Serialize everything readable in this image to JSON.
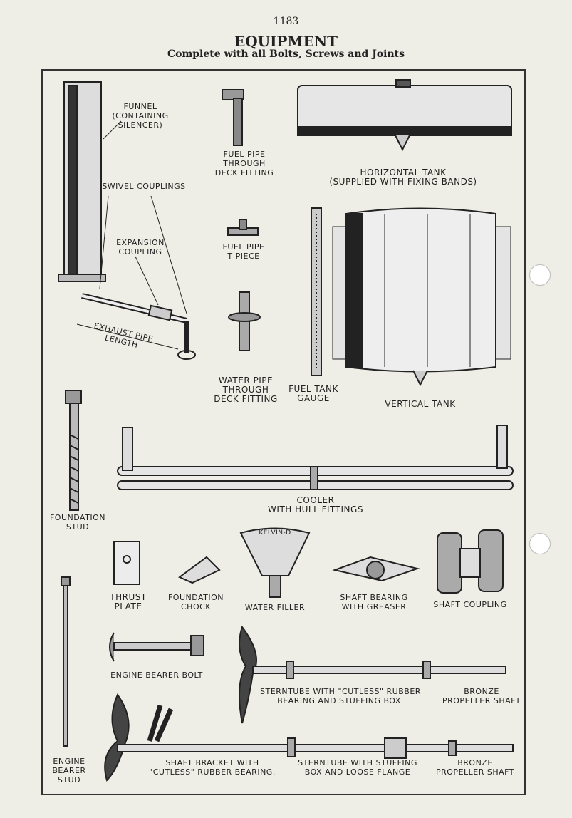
{
  "page_number": "1183",
  "title": "EQUIPMENT",
  "subtitle": "Complete with all Bolts, Screws and Joints",
  "labels": {
    "funnel": [
      "FUNNEL",
      "(CONTAINING",
      "SILENCER)"
    ],
    "fuel_pipe_deck": [
      "FUEL PIPE",
      "THROUGH",
      "DECK FITTING"
    ],
    "horizontal_tank": [
      "HORIZONTAL TANK",
      "(SUPPLIED WITH FIXING BANDS)"
    ],
    "swivel_couplings": "SWIVEL COUPLINGS",
    "expansion_coupling": [
      "EXPANSION",
      "COUPLING"
    ],
    "fuel_pipe_t": [
      "FUEL PIPE",
      "T PIECE"
    ],
    "exhaust_pipe": [
      "EXHAUST PIPE",
      "LENGTH"
    ],
    "water_pipe_deck": [
      "WATER PIPE",
      "THROUGH",
      "DECK FITTING"
    ],
    "fuel_tank_gauge": [
      "FUEL TANK",
      "GAUGE"
    ],
    "vertical_tank": "VERTICAL TANK",
    "cooler": [
      "COOLER",
      "WITH HULL FITTINGS"
    ],
    "foundation_stud": [
      "FOUNDATION",
      "STUD"
    ],
    "thrust_plate": [
      "THRUST",
      "PLATE"
    ],
    "foundation_chock": [
      "FOUNDATION",
      "CHOCK"
    ],
    "water_filler": "WATER FILLER",
    "water_filler_brand": "KELVIN-D",
    "shaft_bearing": [
      "SHAFT BEARING",
      "WITH GREASER"
    ],
    "shaft_coupling": "SHAFT COUPLING",
    "engine_bearer_bolt": "ENGINE BEARER BOLT",
    "sterntube_cutless": [
      "STERNTUBE WITH \"CUTLESS\" RUBBER",
      "BEARING AND STUFFING BOX."
    ],
    "bronze_shaft_1": [
      "BRONZE",
      "PROPELLER SHAFT"
    ],
    "engine_bearer_stud": [
      "ENGINE",
      "BEARER",
      "STUD"
    ],
    "shaft_bracket": [
      "SHAFT BRACKET WITH",
      "\"CUTLESS\" RUBBER BEARING."
    ],
    "sterntube_stuffing": [
      "STERNTUBE WITH STUFFING",
      "BOX AND LOOSE FLANGE"
    ],
    "bronze_shaft_2": [
      "BRONZE",
      "PROPELLER SHAFT"
    ]
  }
}
